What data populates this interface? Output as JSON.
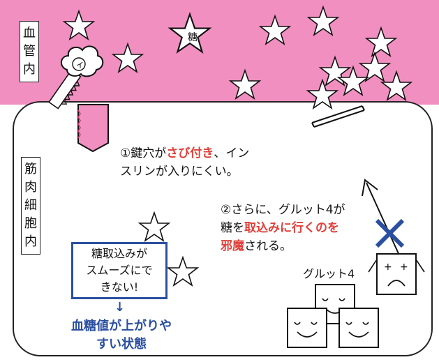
{
  "labels": {
    "blood_vessel": [
      "血",
      "管",
      "内"
    ],
    "muscle_cell": [
      "筋",
      "肉",
      "細",
      "胞",
      "内"
    ],
    "sugar_star": "糖",
    "key_mark": "イ",
    "glut4": "グルット4"
  },
  "note1": {
    "prefix": "①鍵穴が",
    "highlight": "さび付き",
    "suffix": "、イン",
    "line2": "スリンが入りにくい。"
  },
  "note2": {
    "line1": "②さらに、グルット4が",
    "line2_prefix": "糖を",
    "line2_highlight": "取込みに行くのを",
    "line3_highlight": "邪魔",
    "line3_suffix": "される。"
  },
  "stuck_box": {
    "line1": "糖取込みが",
    "line2": "スムーズにで",
    "line3": "きない!"
  },
  "result": {
    "arrow": "↓",
    "line1": "血糖値が上がりや",
    "line2": "すい状態"
  },
  "colors": {
    "blood_vessel": "#f08fc0",
    "highlight_red": "#e0403a",
    "accent_blue": "#2a4fa0"
  }
}
